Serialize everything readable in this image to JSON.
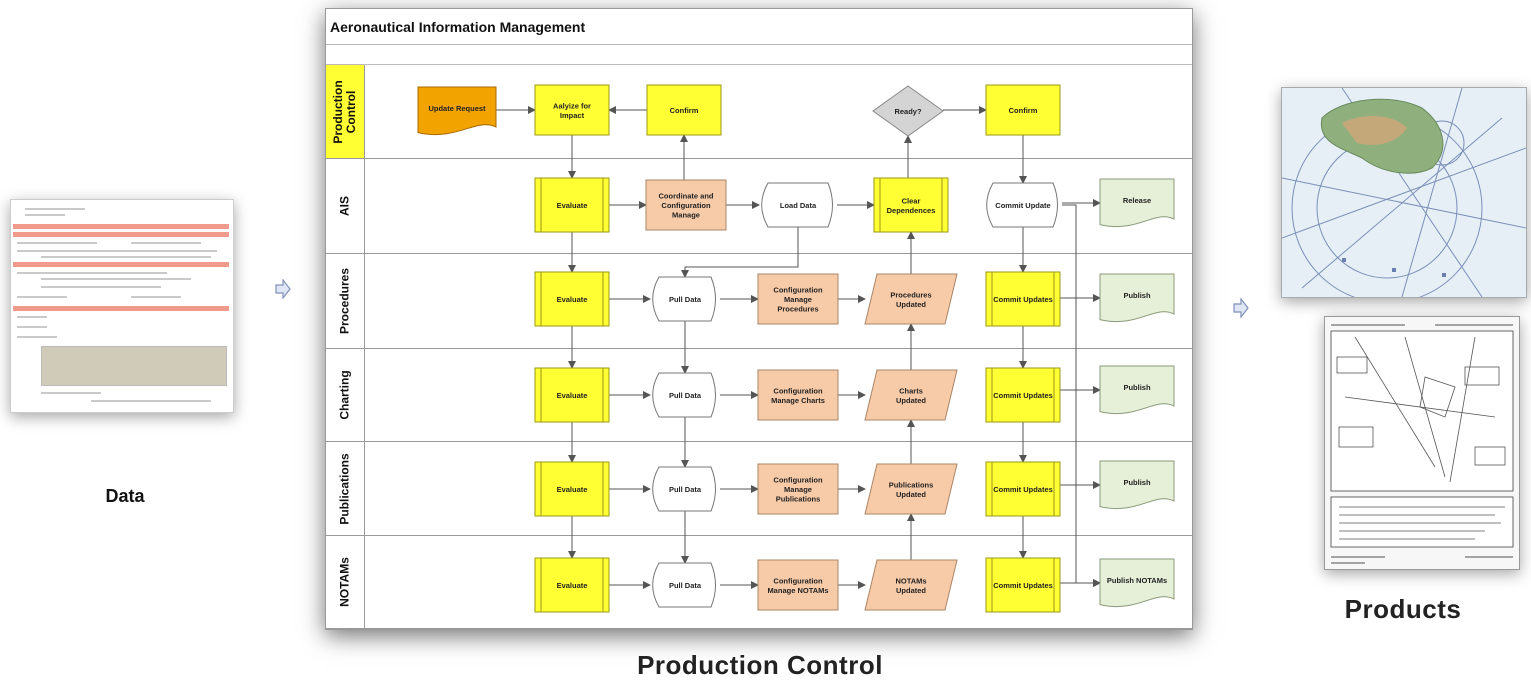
{
  "left_caption": "Data",
  "diagram": {
    "title": "Aeronautical Information Management",
    "caption": "Production Control",
    "lanes": [
      {
        "id": "production-control",
        "label": "Production Control"
      },
      {
        "id": "ais",
        "label": "AIS"
      },
      {
        "id": "procedures",
        "label": "Procedures"
      },
      {
        "id": "charting",
        "label": "Charting"
      },
      {
        "id": "publications",
        "label": "Publications"
      },
      {
        "id": "notams",
        "label": "NOTAMs"
      }
    ],
    "nodes": [
      {
        "id": "update-request",
        "label": "Update Request",
        "shape": "document",
        "color": "orange"
      },
      {
        "id": "analyze",
        "label": "Aalyize for Impact",
        "shape": "process",
        "color": "yellow"
      },
      {
        "id": "confirm-1",
        "label": "Confirm",
        "shape": "process",
        "color": "yellow"
      },
      {
        "id": "ready",
        "label": "Ready?",
        "shape": "decision",
        "color": "gray"
      },
      {
        "id": "confirm-2",
        "label": "Confirm",
        "shape": "process",
        "color": "yellow"
      },
      {
        "id": "ais-evaluate",
        "label": "Evaluate",
        "shape": "subprocess",
        "color": "yellow"
      },
      {
        "id": "ais-coordinate",
        "label": "Coordinate and Configuration Manage",
        "shape": "process",
        "color": "peach"
      },
      {
        "id": "ais-load-data",
        "label": "Load Data",
        "shape": "storage",
        "color": "white"
      },
      {
        "id": "ais-clear",
        "label": "Clear Dependences",
        "shape": "subprocess",
        "color": "yellow"
      },
      {
        "id": "ais-commit",
        "label": "Commit Update",
        "shape": "storage",
        "color": "white"
      },
      {
        "id": "ais-release",
        "label": "Release",
        "shape": "document",
        "color": "green"
      },
      {
        "id": "proc-evaluate",
        "label": "Evaluate",
        "shape": "subprocess",
        "color": "yellow"
      },
      {
        "id": "proc-pull",
        "label": "Pull Data",
        "shape": "storage",
        "color": "white"
      },
      {
        "id": "proc-config",
        "label": "Configuration Manage Procedures",
        "shape": "process",
        "color": "peach"
      },
      {
        "id": "proc-updated",
        "label": "Procedures Updated",
        "shape": "data",
        "color": "peach"
      },
      {
        "id": "proc-commit",
        "label": "Commit Updates",
        "shape": "subprocess",
        "color": "yellow"
      },
      {
        "id": "proc-publish",
        "label": "Publish",
        "shape": "document",
        "color": "green"
      },
      {
        "id": "chart-evaluate",
        "label": "Evaluate",
        "shape": "subprocess",
        "color": "yellow"
      },
      {
        "id": "chart-pull",
        "label": "Pull Data",
        "shape": "storage",
        "color": "white"
      },
      {
        "id": "chart-config",
        "label": "Configuration Manage Charts",
        "shape": "process",
        "color": "peach"
      },
      {
        "id": "chart-updated",
        "label": "Charts Updated",
        "shape": "data",
        "color": "peach"
      },
      {
        "id": "chart-commit",
        "label": "Commit Updates",
        "shape": "subprocess",
        "color": "yellow"
      },
      {
        "id": "chart-publish",
        "label": "Publish",
        "shape": "document",
        "color": "green"
      },
      {
        "id": "pub-evaluate",
        "label": "Evaluate",
        "shape": "subprocess",
        "color": "yellow"
      },
      {
        "id": "pub-pull",
        "label": "Pull Data",
        "shape": "storage",
        "color": "white"
      },
      {
        "id": "pub-config",
        "label": "Configuration Manage Publications",
        "shape": "process",
        "color": "peach"
      },
      {
        "id": "pub-updated",
        "label": "Publications Updated",
        "shape": "data",
        "color": "peach"
      },
      {
        "id": "pub-commit",
        "label": "Commit Updates",
        "shape": "subprocess",
        "color": "yellow"
      },
      {
        "id": "pub-publish",
        "label": "Publish",
        "shape": "document",
        "color": "green"
      },
      {
        "id": "notam-evaluate",
        "label": "Evaluate",
        "shape": "subprocess",
        "color": "yellow"
      },
      {
        "id": "notam-pull",
        "label": "Pull Data",
        "shape": "storage",
        "color": "white"
      },
      {
        "id": "notam-config",
        "label": "Configuration Manage NOTAMs",
        "shape": "process",
        "color": "peach"
      },
      {
        "id": "notam-updated",
        "label": "NOTAMs Updated",
        "shape": "data",
        "color": "peach"
      },
      {
        "id": "notam-commit",
        "label": "Commit Updates",
        "shape": "subprocess",
        "color": "yellow"
      },
      {
        "id": "notam-publish",
        "label": "Publish NOTAMs",
        "shape": "document",
        "color": "green"
      }
    ],
    "edges": [
      [
        "update-request",
        "analyze"
      ],
      [
        "confirm-1",
        "analyze"
      ],
      [
        "ready",
        "confirm-2"
      ],
      [
        "analyze",
        "ais-evaluate"
      ],
      [
        "ais-coordinate",
        "confirm-1"
      ],
      [
        "ais-clear",
        "ready"
      ],
      [
        "confirm-2",
        "ais-commit"
      ],
      [
        "ais-evaluate",
        "ais-coordinate"
      ],
      [
        "ais-coordinate",
        "ais-load-data"
      ],
      [
        "ais-load-data",
        "ais-clear"
      ],
      [
        "ais-commit",
        "ais-release"
      ],
      [
        "ais-evaluate",
        "proc-evaluate"
      ],
      [
        "ais-load-data",
        "proc-pull"
      ],
      [
        "ais-commit",
        "proc-commit"
      ],
      [
        "ais-commit",
        "notam-publish"
      ],
      [
        "proc-evaluate",
        "proc-pull"
      ],
      [
        "proc-pull",
        "proc-config"
      ],
      [
        "proc-config",
        "proc-updated"
      ],
      [
        "proc-commit",
        "proc-publish"
      ],
      [
        "proc-updated",
        "ais-clear"
      ],
      [
        "proc-evaluate",
        "chart-evaluate"
      ],
      [
        "proc-pull",
        "chart-pull"
      ],
      [
        "proc-commit",
        "chart-commit"
      ],
      [
        "chart-evaluate",
        "chart-pull"
      ],
      [
        "chart-pull",
        "chart-config"
      ],
      [
        "chart-config",
        "chart-updated"
      ],
      [
        "chart-commit",
        "chart-publish"
      ],
      [
        "chart-updated",
        "proc-updated"
      ],
      [
        "chart-evaluate",
        "pub-evaluate"
      ],
      [
        "chart-pull",
        "pub-pull"
      ],
      [
        "chart-commit",
        "pub-commit"
      ],
      [
        "pub-evaluate",
        "pub-pull"
      ],
      [
        "pub-pull",
        "pub-config"
      ],
      [
        "pub-config",
        "pub-updated"
      ],
      [
        "pub-commit",
        "pub-publish"
      ],
      [
        "pub-updated",
        "chart-updated"
      ],
      [
        "pub-evaluate",
        "notam-evaluate"
      ],
      [
        "pub-pull",
        "notam-pull"
      ],
      [
        "pub-commit",
        "notam-commit"
      ],
      [
        "notam-evaluate",
        "notam-pull"
      ],
      [
        "notam-pull",
        "notam-config"
      ],
      [
        "notam-config",
        "notam-updated"
      ],
      [
        "notam-commit",
        "notam-publish"
      ],
      [
        "notam-updated",
        "pub-updated"
      ]
    ],
    "colors": {
      "yellow": "#ffff33",
      "yellow_stroke": "#9a9a14",
      "orange": "#f2a300",
      "orange_stroke": "#a86a00",
      "peach": "#f8cba8",
      "peach_stroke": "#a98467",
      "green": "#e6f0d8",
      "green_stroke": "#8a9a7a",
      "white": "#ffffff",
      "white_stroke": "#777777",
      "gray": "#d4d4d4",
      "gray_stroke": "#888888",
      "lane_label_highlight": "#ffff33",
      "edge": "#555555"
    }
  },
  "right_caption": "Products",
  "icons": {
    "left_arrow": "block-arrow-right-icon",
    "right_arrow": "block-arrow-right-icon"
  }
}
